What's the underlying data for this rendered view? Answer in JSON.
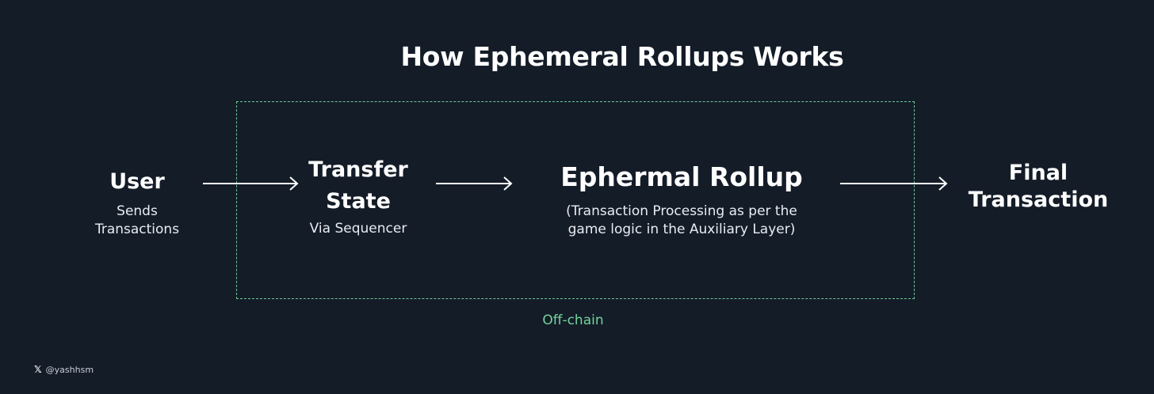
{
  "title": "How Ephemeral Rollups Works",
  "region": {
    "label": "Off-chain",
    "border_color": "#6fc79a",
    "label_color": "#74d39a"
  },
  "nodes": {
    "user": {
      "heading": "User",
      "sub_lines": [
        "Sends",
        "Transactions"
      ]
    },
    "transfer": {
      "heading_lines": [
        "Transfer",
        "State"
      ],
      "sub": "Via Sequencer"
    },
    "rollup": {
      "heading": "Ephermal Rollup",
      "sub_lines": [
        "(Transaction Processing as per the",
        "game logic in the Auxiliary Layer)"
      ]
    },
    "final": {
      "heading_lines": [
        "Final",
        "Transaction"
      ]
    }
  },
  "edges": [
    {
      "from": "user",
      "to": "transfer"
    },
    {
      "from": "transfer",
      "to": "rollup"
    },
    {
      "from": "rollup",
      "to": "final"
    }
  ],
  "watermark": {
    "icon": "x-logo-icon",
    "handle": "@yashhsm"
  },
  "colors": {
    "background": "#141c28",
    "text": "#ffffff",
    "accent": "#74d39a"
  }
}
